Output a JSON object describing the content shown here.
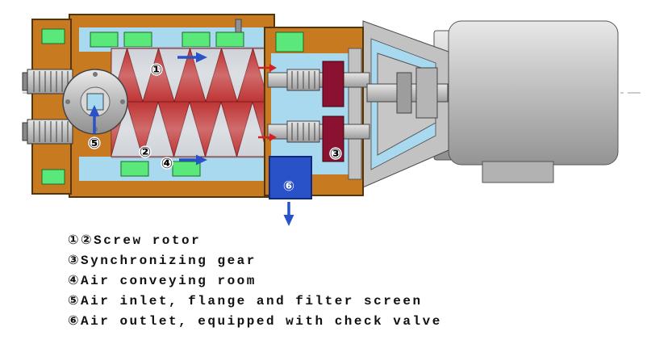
{
  "colors": {
    "casing_orange": "#c87a20",
    "seal_green": "#5ae87a",
    "air_blue": "#a9d9ef",
    "flow_blue": "#2a52c8",
    "rotor_red": "#bf3434",
    "gear_dark_red": "#8a1230",
    "red_flow_arrow": "#d42020",
    "metal_gray": "#c6c6c6"
  },
  "diagram": {
    "callouts": {
      "c1": "①",
      "c2": "②",
      "c3": "③",
      "c4": "④",
      "c5": "⑤",
      "c6": "⑥"
    }
  },
  "legend": {
    "lines": [
      "①②Screw rotor",
      "③Synchronizing gear",
      "④Air conveying room",
      "⑤Air inlet, flange and filter screen",
      "⑥Air outlet, equipped with check valve"
    ]
  }
}
